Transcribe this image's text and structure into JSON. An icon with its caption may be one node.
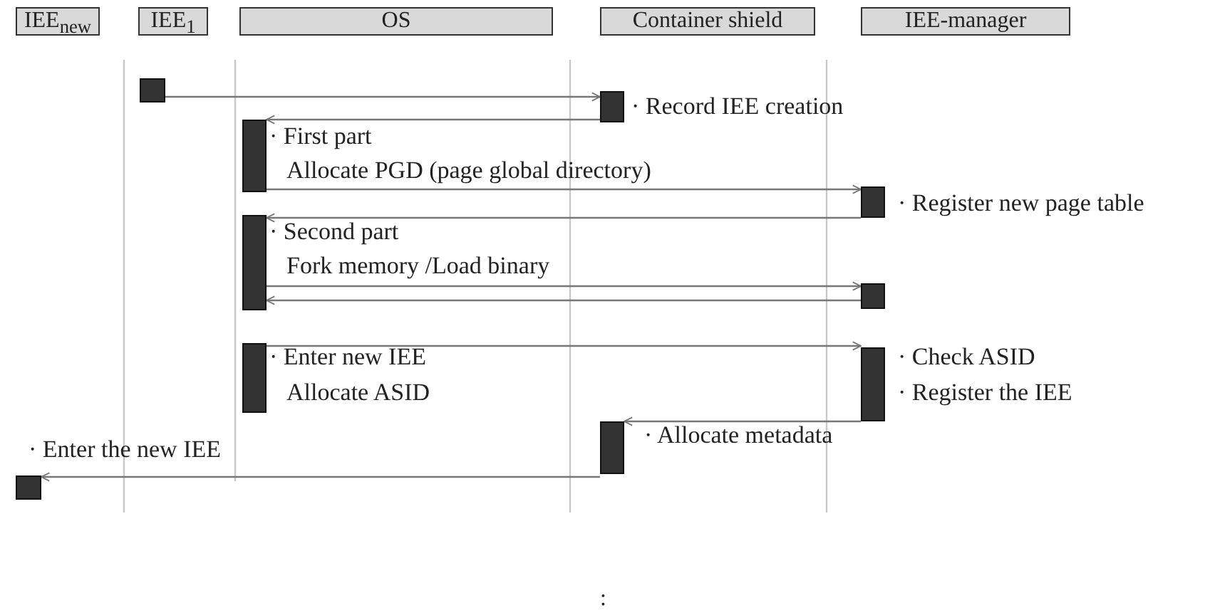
{
  "diagram": {
    "nodes": [
      {
        "text": [
          "IEE$_{new}$"
        ]
      },
      {
        "text": [
          "IEE$_{1}$"
        ]
      },
      {
        "text": [
          "OS"
        ]
      },
      {
        "text": [
          "Container shield"
        ]
      },
      {
        "text": [
          "IEE-manager"
        ]
      },
      {
        "text": [],
        "shape": "bar"
      },
      {
        "text": [],
        "shape": "bar",
        "beside": [
          "· Record IEE creation"
        ]
      },
      {
        "text": [],
        "shape": "bar",
        "beside": [
          "· First part",
          "Allocate PGD (page global directory)"
        ]
      },
      {
        "text": [],
        "shape": "bar",
        "beside": [
          "· Register new page table"
        ]
      },
      {
        "text": [],
        "shape": "bar",
        "beside": [
          "· Second part",
          "Fork memory /Load binary"
        ]
      },
      {
        "text": [],
        "shape": "bar"
      },
      {
        "text": [],
        "shape": "bar",
        "beside": [
          "· Enter new IEE",
          "Allocate ASID"
        ]
      },
      {
        "text": [],
        "shape": "bar",
        "beside": [
          "· Check ASID",
          "· Register the IEE"
        ]
      },
      {
        "text": [],
        "shape": "bar",
        "beside": [
          "· Allocate metadata"
        ]
      },
      {
        "text": [],
        "shape": "bar",
        "beside": [
          "· Enter the new IEE"
        ]
      }
    ],
    "edges": [
      {
        "from": 5,
        "to": 6,
        "arrow": "to"
      },
      {
        "from": 6,
        "to": 7,
        "arrow": "to"
      },
      {
        "from": 7,
        "to": 8,
        "arrow": "to"
      },
      {
        "from": 8,
        "to": 9,
        "arrow": "to"
      },
      {
        "from": 9,
        "to": 10,
        "arrow": "to"
      },
      {
        "from": 10,
        "to": 9,
        "arrow": "to"
      },
      {
        "from": 11,
        "to": 12,
        "arrow": "to"
      },
      {
        "from": 12,
        "to": 13,
        "arrow": "to"
      },
      {
        "from": 13,
        "to": 14,
        "arrow": "to"
      }
    ],
    "labels": [
      ":"
    ]
  }
}
